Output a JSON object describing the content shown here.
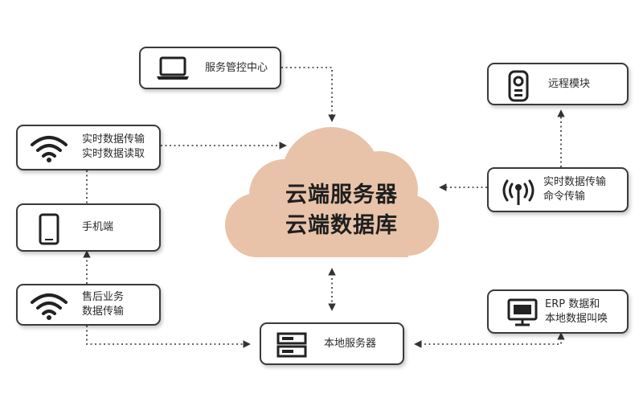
{
  "colors": {
    "cloud": "#e8c3aa",
    "border": "#3a3a3a",
    "dots": "#333333"
  },
  "cloud": {
    "line1": "云端服务器",
    "line2": "云端数据库"
  },
  "nodes": {
    "service_center": {
      "label": "服务管控中心",
      "icon": "laptop-icon"
    },
    "realtime_read": {
      "line1": "实时数据传输",
      "line2": "实时数据读取",
      "icon": "wifi-icon"
    },
    "mobile": {
      "label": "手机端",
      "icon": "phone-icon"
    },
    "after_sales": {
      "line1": "售后业务",
      "line2": "数据传输",
      "icon": "wifi-icon"
    },
    "local_server": {
      "label": "本地服务器",
      "icon": "server-icon"
    },
    "remote_module": {
      "label": "远程模块",
      "icon": "remote-icon"
    },
    "realtime_command": {
      "line1": "实时数据传输",
      "line2": "命令传输",
      "icon": "antenna-icon"
    },
    "erp": {
      "line1": "ERP 数据和",
      "line2": "本地数据叫唤",
      "icon": "monitor-icon"
    }
  }
}
